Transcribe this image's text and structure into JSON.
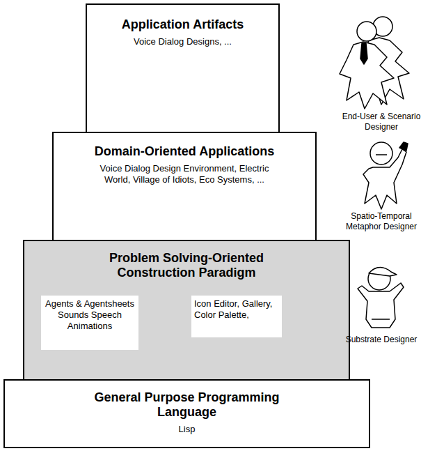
{
  "diagram": {
    "nodes": [
      {
        "text": [
          "Application Artifacts",
          "Voice Dialog Designs, ..."
        ]
      },
      {
        "text": [
          "Domain-Oriented Applications",
          "Voice Dialog Design Environment, Electric World, Village of Idiots, Eco Systems, ..."
        ]
      },
      {
        "text": [
          "Problem Solving-Oriented Construction Paradigm"
        ]
      },
      {
        "text": [
          "Agents & Agentsheets Sounds Speech Animations"
        ],
        "in": 2
      },
      {
        "text": [
          "Icon Editor, Gallery, Color Palette,"
        ],
        "in": 2
      },
      {
        "text": [
          "General Purpose Programming Language",
          "Lisp"
        ]
      }
    ],
    "labels": [
      "End-User & Scenario Designer",
      "Spatio-Temporal Metaphor Designer",
      "Substrate Designer"
    ]
  }
}
